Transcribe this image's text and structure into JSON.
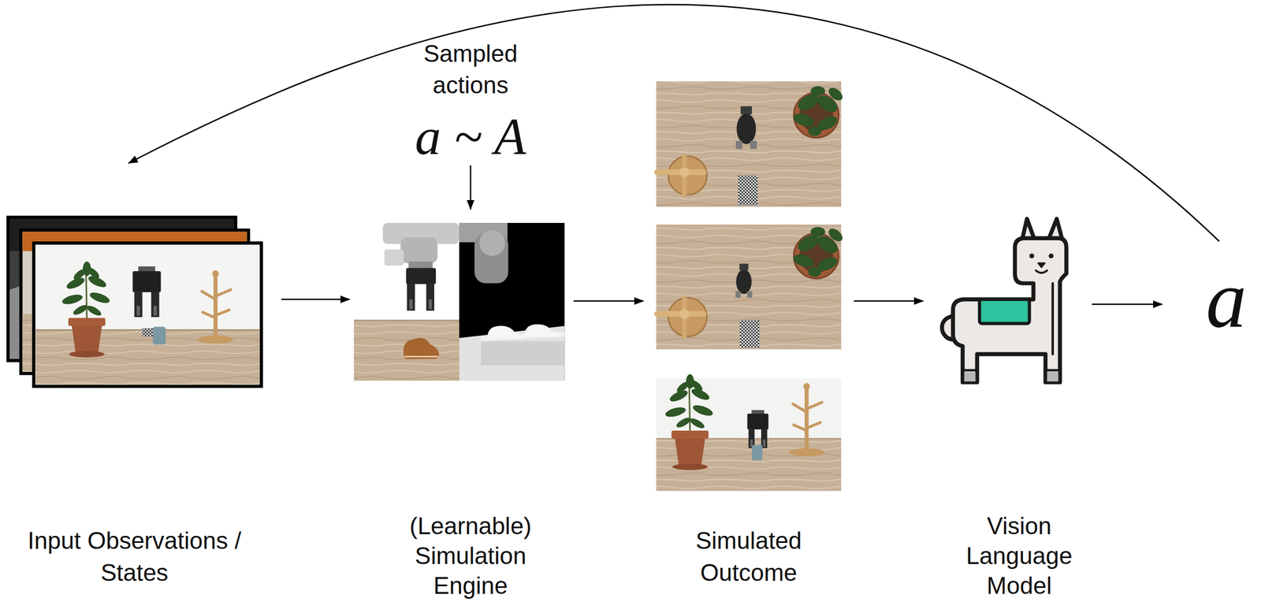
{
  "diagram": {
    "nodes": [
      {
        "text": [
          "Input Observations / States"
        ]
      },
      {
        "text": [
          "Sampled actions",
          "a ~ A"
        ]
      },
      {
        "text": [
          "(Learnable) Simulation Engine"
        ]
      },
      {
        "text": [
          "Simulated Outcome"
        ]
      },
      {
        "text": [
          "Vision Language Model"
        ]
      },
      {
        "text": [
          "a"
        ]
      }
    ],
    "edges": [
      {
        "from": 0,
        "to": 2,
        "arrow": "to"
      },
      {
        "from": 1,
        "to": 2,
        "arrow": "to"
      },
      {
        "from": 2,
        "to": 3,
        "arrow": "to"
      },
      {
        "from": 3,
        "to": 4,
        "arrow": "to"
      },
      {
        "from": 4,
        "to": 5,
        "arrow": "to"
      },
      {
        "from": 5,
        "to": 0,
        "arrow": "to"
      }
    ]
  }
}
